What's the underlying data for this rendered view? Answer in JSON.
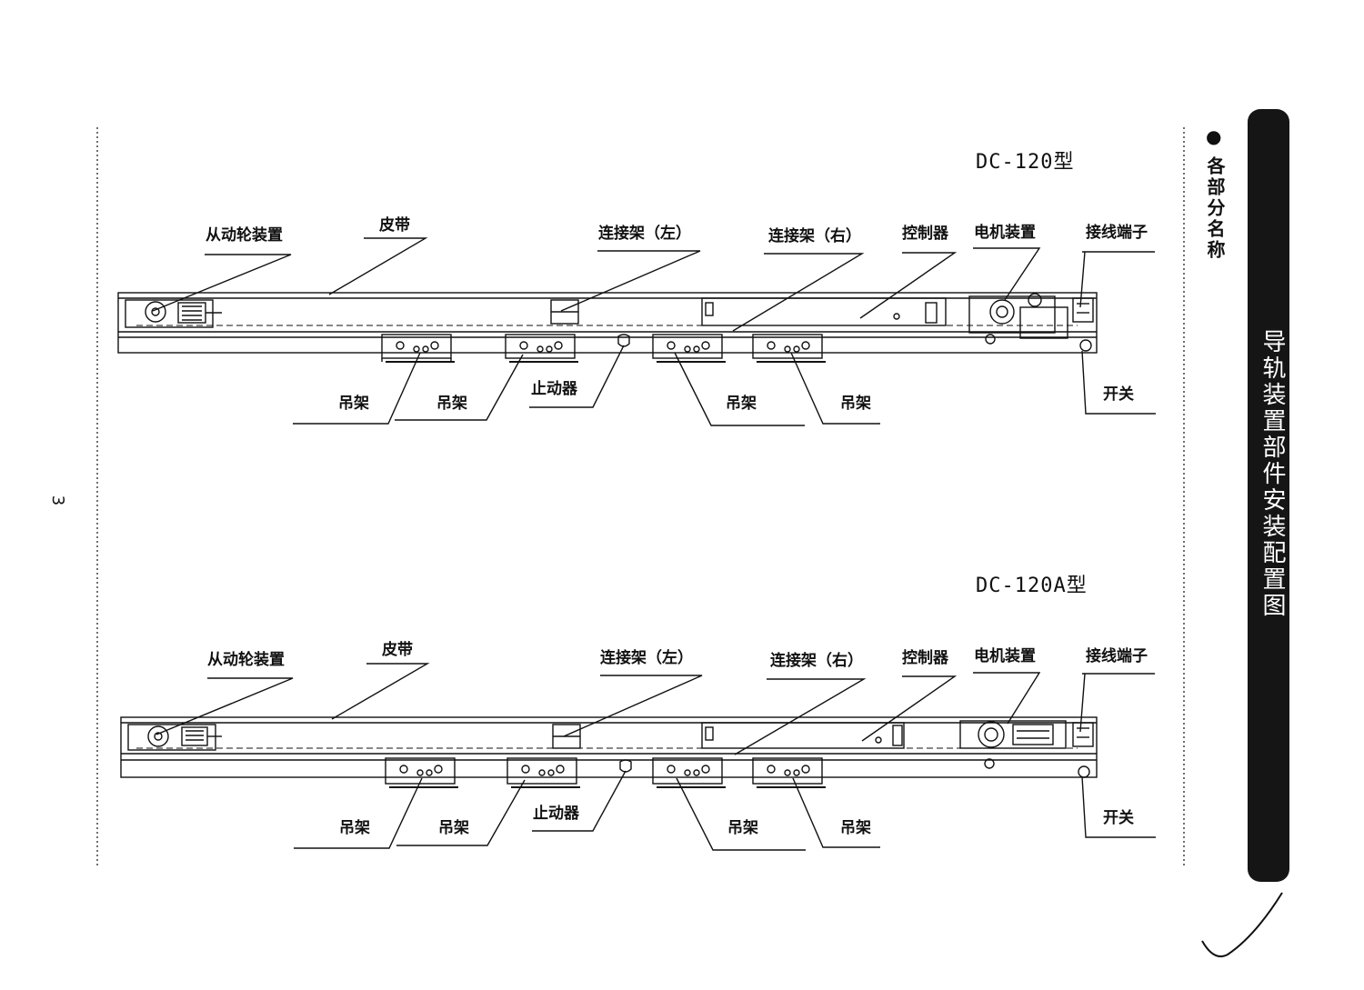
{
  "sidebar": {
    "title": "导轨装置部件安装配置图"
  },
  "section": {
    "bullet": "●",
    "title": "各部分名称"
  },
  "page_number": "3",
  "diagrams": [
    {
      "model": "DC-120型",
      "top_labels": {
        "idler": "从动轮装置",
        "belt": "皮带",
        "conn_left": "连接架（左）",
        "conn_right": "连接架（右）",
        "controller": "控制器",
        "motor": "电机装置",
        "terminal": "接线端子"
      },
      "bottom_labels": {
        "hanger1": "吊架",
        "hanger2": "吊架",
        "stopper": "止动器",
        "hanger3": "吊架",
        "hanger4": "吊架",
        "switch": "开关"
      }
    },
    {
      "model": "DC-120A型",
      "top_labels": {
        "idler": "从动轮装置",
        "belt": "皮带",
        "conn_left": "连接架（左）",
        "conn_right": "连接架（右）",
        "controller": "控制器",
        "motor": "电机装置",
        "terminal": "接线端子"
      },
      "bottom_labels": {
        "hanger1": "吊架",
        "hanger2": "吊架",
        "stopper": "止动器",
        "hanger3": "吊架",
        "hanger4": "吊架",
        "switch": "开关"
      }
    }
  ]
}
